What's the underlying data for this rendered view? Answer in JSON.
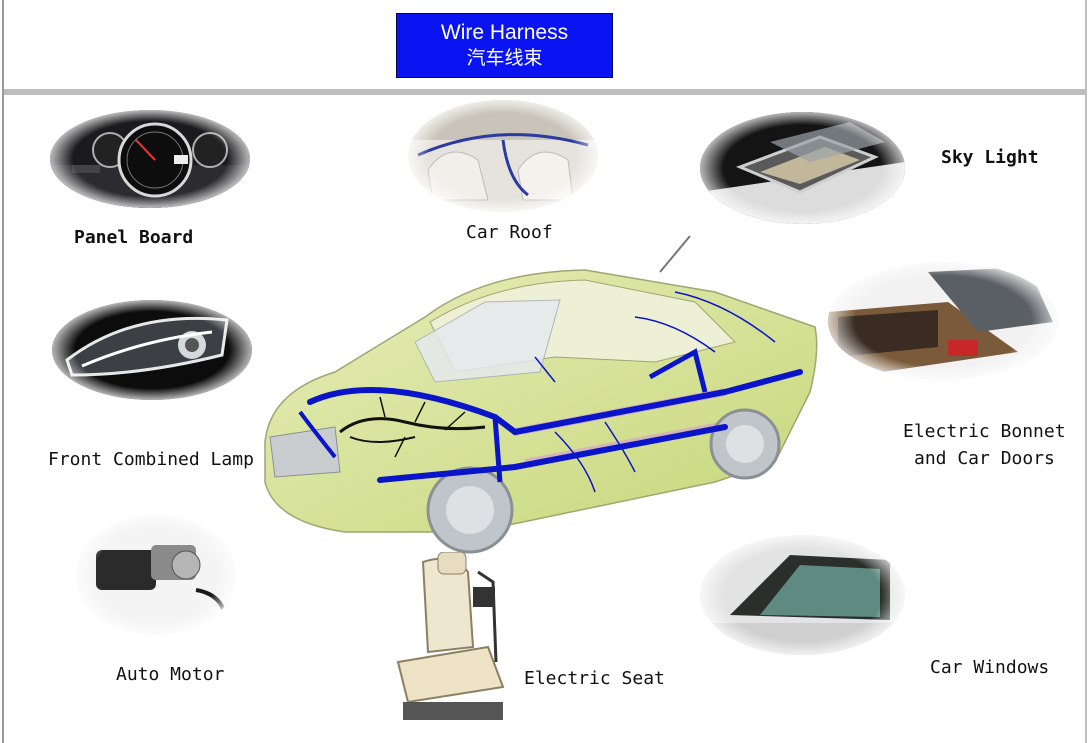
{
  "header": {
    "title_en": "Wire Harness",
    "title_zh": "汽车线束"
  },
  "applications": {
    "panel_board": "Panel Board",
    "car_roof": "Car Roof",
    "sky_light": "Sky Light",
    "front_combined_lamp": "Front Combined Lamp",
    "electric_bonnet_line1": "Electric Bonnet",
    "electric_bonnet_line2": "and Car Doors",
    "auto_motor": "Auto Motor",
    "electric_seat": "Electric Seat",
    "car_windows": "Car Windows"
  },
  "colors": {
    "title_bg": "#0a14f2",
    "harness_main": "#0a14c8",
    "harness_front": "#111111",
    "car_body": "#d8e59a"
  }
}
